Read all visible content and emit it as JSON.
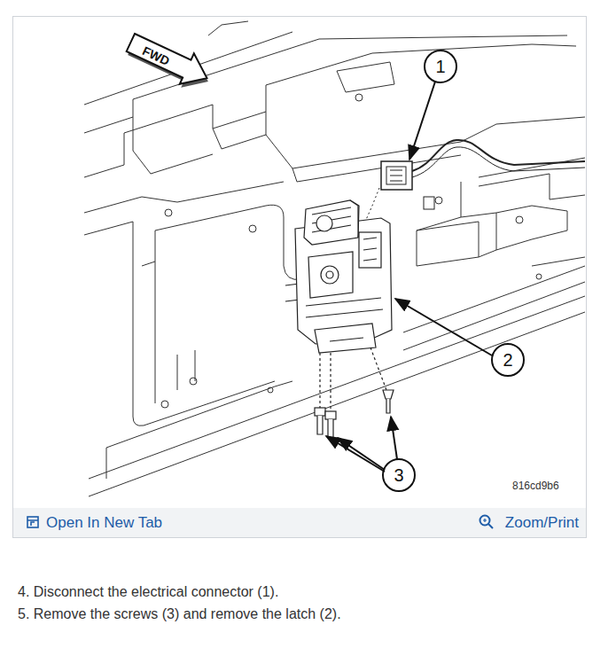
{
  "diagram": {
    "nodes": [
      {
        "text": [
          "Open In New Tab",
          "Zoom/Print"
        ]
      }
    ],
    "labels": [
      "FWD",
      "1",
      "2",
      "3",
      "816cd9b6",
      "4. Disconnect the electrical connector (1).",
      "5. Remove the screws (3) and remove the latch (2)."
    ]
  }
}
